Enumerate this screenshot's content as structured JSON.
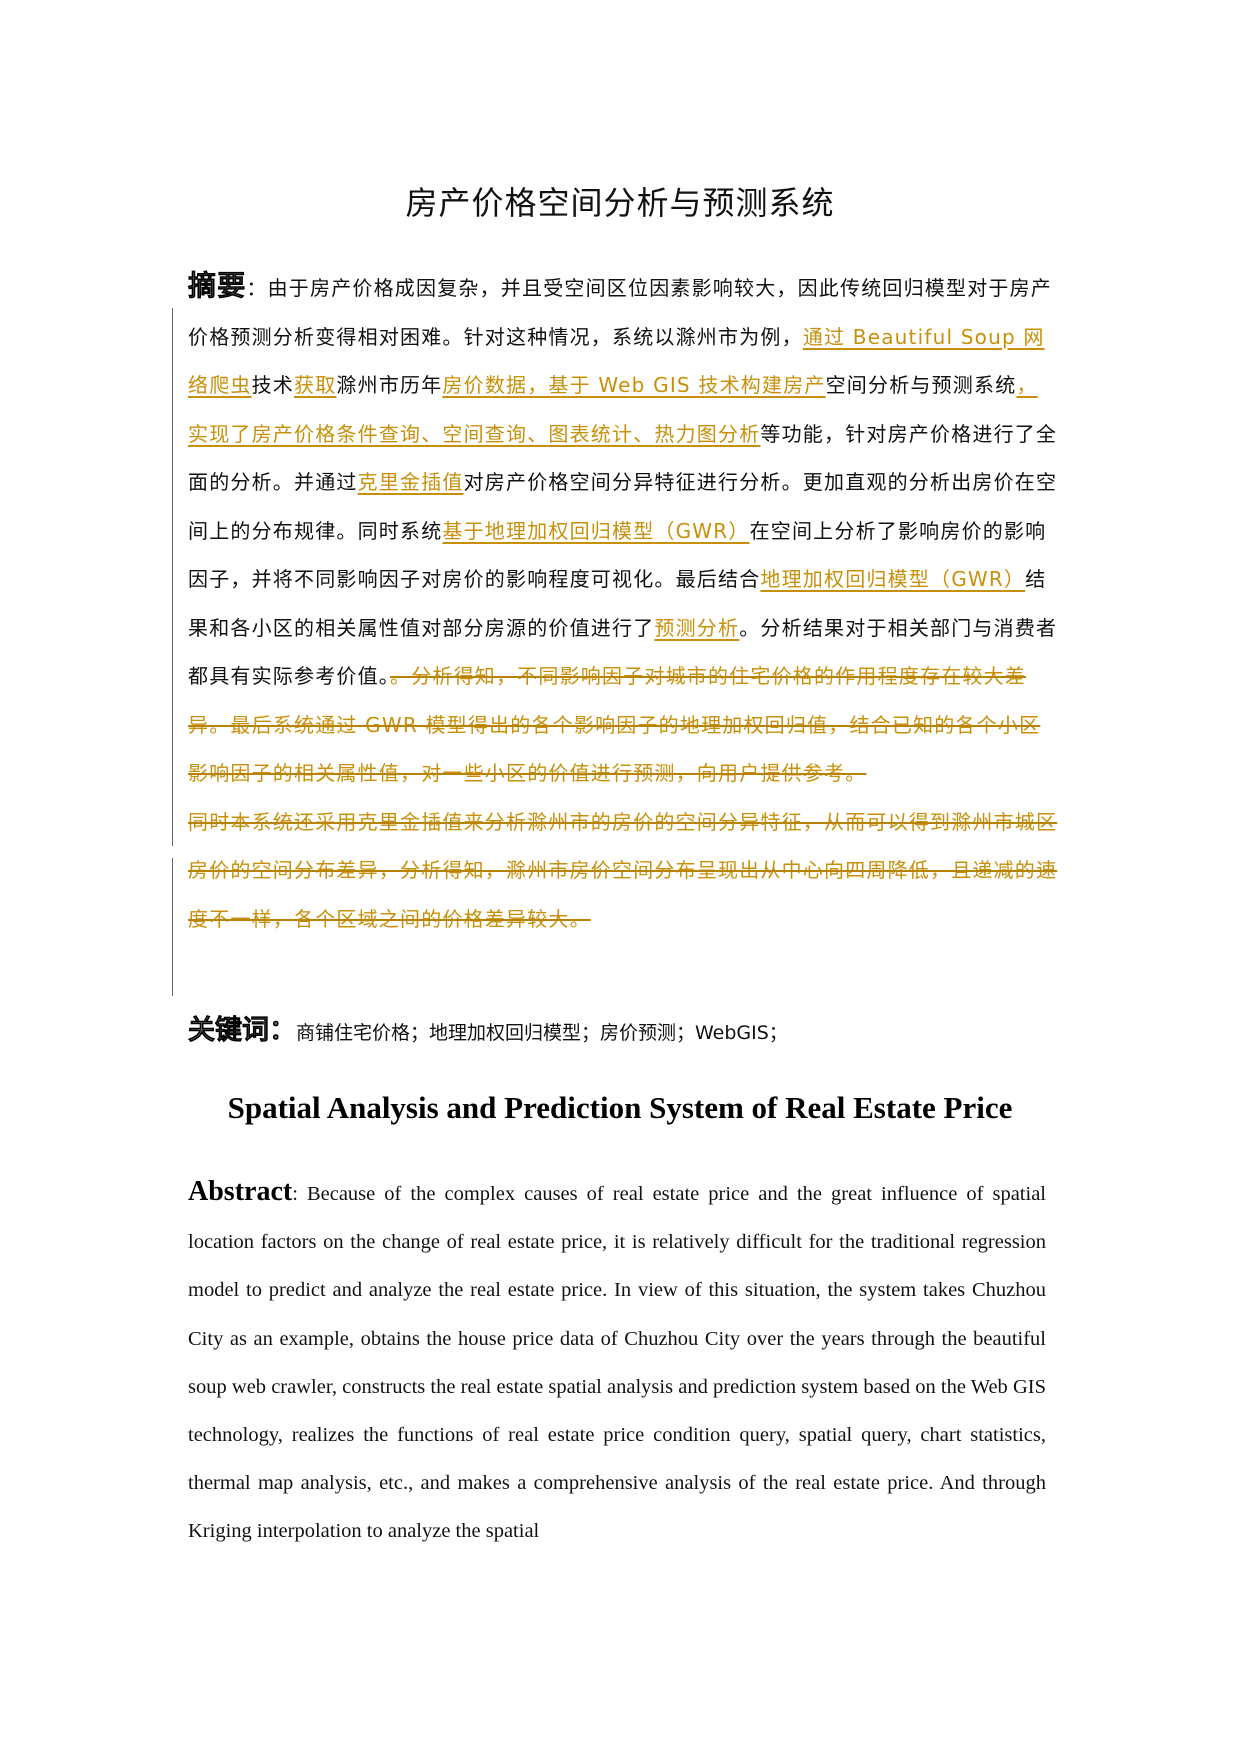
{
  "document": {
    "cn_title": "房产价格空间分析与预测系统",
    "cn_abstract": {
      "label": "摘要",
      "colon": "：",
      "segments": [
        {
          "type": "normal",
          "text": "由于房产价格成因复杂，并且受空间区位因素影响较大，因此传统回归模型对于房产价格预测分析变得相对困难。针对这种情况，系统以滁州市为例，"
        },
        {
          "type": "ins",
          "text": "通过 Beautiful Soup 网络爬虫"
        },
        {
          "type": "normal",
          "text": "技术"
        },
        {
          "type": "ins",
          "text": "获取"
        },
        {
          "type": "normal",
          "text": "滁州市历年"
        },
        {
          "type": "ins",
          "text": "房价数据，基于 Web GIS 技术构建房产"
        },
        {
          "type": "normal",
          "text": "空间分析与预测系统"
        },
        {
          "type": "ins",
          "text": "，实现了房产价格条件查询、空间查询、图表统计、热力图分析"
        },
        {
          "type": "normal",
          "text": "等功能，针对房产价格进行了全面的分析。并通过"
        },
        {
          "type": "ins",
          "text": "克里金插值"
        },
        {
          "type": "normal",
          "text": "对房产价格空间分异特征进行分析。更加直观的分析出房价在空间上的分布规律。同时系统"
        },
        {
          "type": "ins",
          "text": "基于地理加权回归模型（GWR）"
        },
        {
          "type": "normal",
          "text": "在空间上分析了影响房价的影响因子，并将不同影响因子对房价的影响程度可视化。最后结合"
        },
        {
          "type": "ins",
          "text": "地理加权回归模型（GWR）"
        },
        {
          "type": "normal",
          "text": "结果和各小区的相关属性值对部分房源的价值进行了"
        },
        {
          "type": "ins",
          "text": "预测分析"
        },
        {
          "type": "normal",
          "text": "。分析结果对于相关部门与消费者都具有实际参考价值。"
        },
        {
          "type": "del",
          "text": "。分析得知，不同影响因子对城市的住宅价格的作用程度存在较大差异。最后系统通过 GWR 模型得出的各个影响因子的地理加权回归值，结合已知的各个小区影响因子的相关属性值，对一些小区的价值进行预测，向用户提供参考。"
        }
      ],
      "deleted_paragraph": "同时本系统还采用克里金插值来分析滁州市的房价的空间分异特征，从而可以得到滁州市城区房价的空间分布差异，分析得知，滁州市房价空间分布呈现出从中心向四周降低，且递减的速度不一样，各个区域之间的价格差异较大。"
    },
    "cn_keywords": {
      "label": "关键词：",
      "text": "商铺住宅价格；地理加权回归模型；房价预测；WebGIS；"
    },
    "en_title": "Spatial Analysis and Prediction System of Real Estate Price",
    "en_abstract": {
      "label": "Abstract",
      "text": ": Because of the complex causes of real estate price and the great influence of spatial location factors on the change of real estate price, it is relatively difficult for the traditional regression model to predict and analyze the real estate price. In view of this situation, the system takes Chuzhou City as an example, obtains the house price data of Chuzhou City over the years through the beautiful soup web crawler, constructs the real estate spatial analysis and prediction system based on the Web GIS technology, realizes the functions of real estate price condition query, spatial query, chart statistics, thermal map analysis, etc., and makes a comprehensive analysis of the real estate price. And through Kriging interpolation to analyze the spatial"
    },
    "colors": {
      "revision": "#c8900a",
      "change_bar": "#666666",
      "text": "#111111"
    }
  }
}
